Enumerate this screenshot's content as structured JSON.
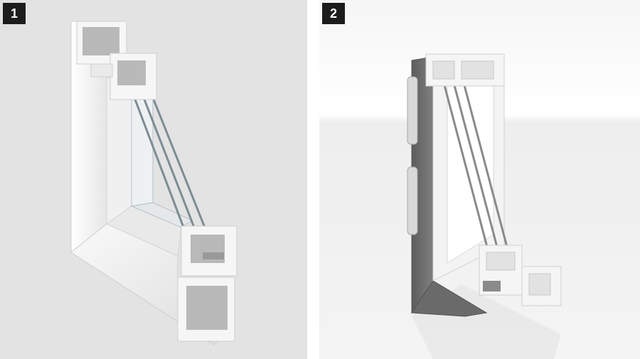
{
  "panels": [
    {
      "number": "1",
      "subject": "window-profile-cross-section-white"
    },
    {
      "number": "2",
      "subject": "window-profile-cross-section-grey-exterior"
    }
  ],
  "colors": {
    "panel1_bg": "#e3e3e3",
    "panel2_bg": "#f7f7f7",
    "badge_bg": "#1c1c1c",
    "badge_fg": "#ffffff",
    "profile_white": "#f4f4f4",
    "profile_grey": "#6e6e6e",
    "insulation": "#b9b9b9",
    "glass_edge": "#7d8c94"
  }
}
